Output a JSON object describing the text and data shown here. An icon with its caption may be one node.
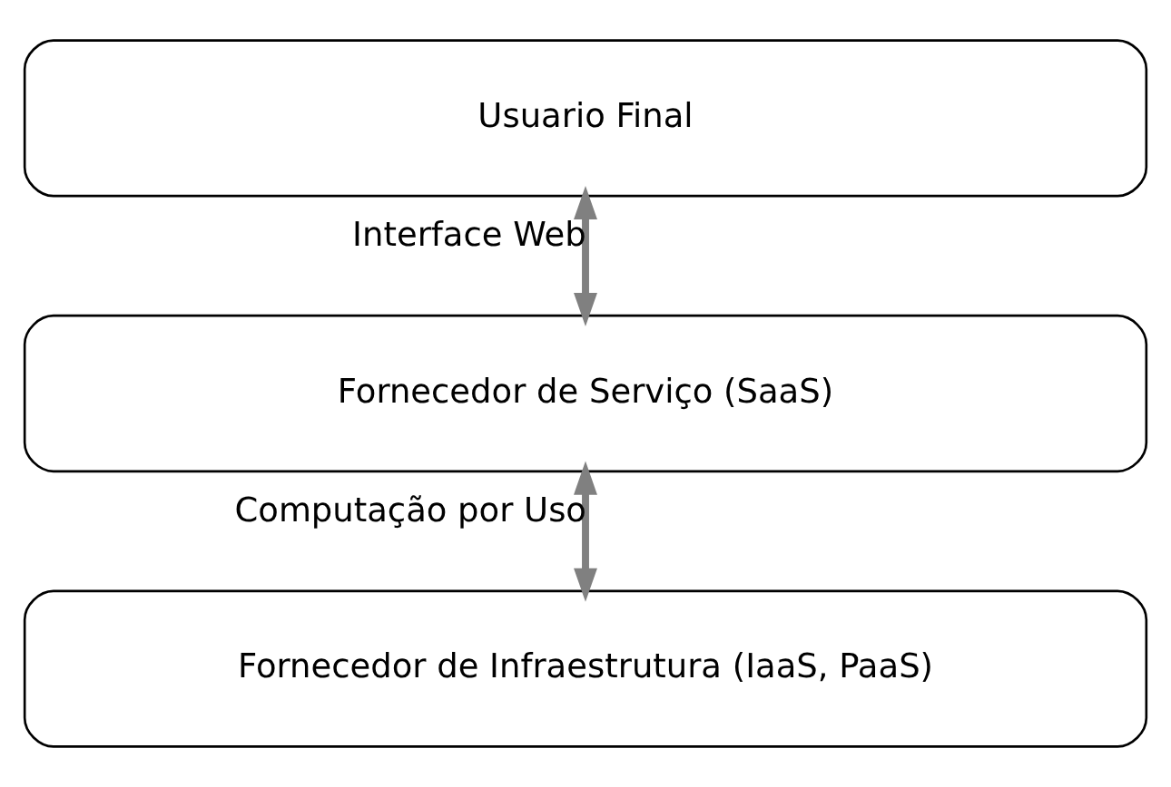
{
  "diagram": {
    "nodes": [
      {
        "text": [
          "Usuario Final"
        ]
      },
      {
        "text": [
          "Fornecedor de Serviço (SaaS)"
        ]
      },
      {
        "text": [
          "Fornecedor de Infraestrutura (IaaS, PaaS)"
        ]
      }
    ],
    "edges": [
      {
        "from": 0,
        "to": 1,
        "arrow": "both",
        "label": "Interface Web"
      },
      {
        "from": 1,
        "to": 2,
        "arrow": "both",
        "label": "Computação por Uso"
      }
    ]
  }
}
